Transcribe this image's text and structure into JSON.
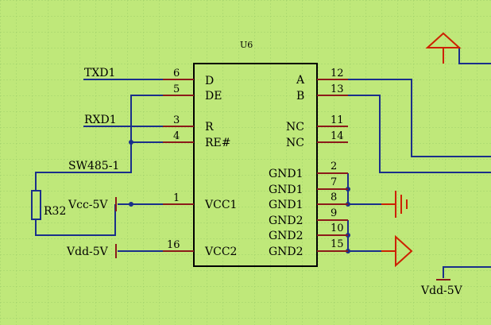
{
  "component": {
    "ref": "U6",
    "left_pins": [
      {
        "num": "6",
        "name": "D"
      },
      {
        "num": "5",
        "name": "DE"
      },
      {
        "num": "3",
        "name": "R"
      },
      {
        "num": "4",
        "name": "RE#"
      },
      {
        "num": "1",
        "name": "VCC1"
      },
      {
        "num": "16",
        "name": "VCC2"
      }
    ],
    "right_pins": [
      {
        "num": "12",
        "name": "A"
      },
      {
        "num": "13",
        "name": "B"
      },
      {
        "num": "11",
        "name": "NC"
      },
      {
        "num": "14",
        "name": "NC"
      },
      {
        "num": "2",
        "name": "GND1"
      },
      {
        "num": "7",
        "name": "GND1"
      },
      {
        "num": "8",
        "name": "GND1"
      },
      {
        "num": "9",
        "name": "GND2"
      },
      {
        "num": "10",
        "name": "GND2"
      },
      {
        "num": "15",
        "name": "GND2"
      }
    ]
  },
  "nets": {
    "txd": "TXD1",
    "rxd": "RXD1",
    "sw485": "SW485-1",
    "vcc5": "Vcc-5V",
    "vdd5_left": "Vdd-5V",
    "vdd5_right": "Vdd-5V"
  },
  "resistor": {
    "ref": "R32"
  },
  "colors": {
    "background": "#bfe87a",
    "grid": "#9fcf6a",
    "wire": "#1a2f8a",
    "pin": "#8b1a1a",
    "power_symbol": "#cc2200",
    "junction": "#1a2f8a"
  }
}
